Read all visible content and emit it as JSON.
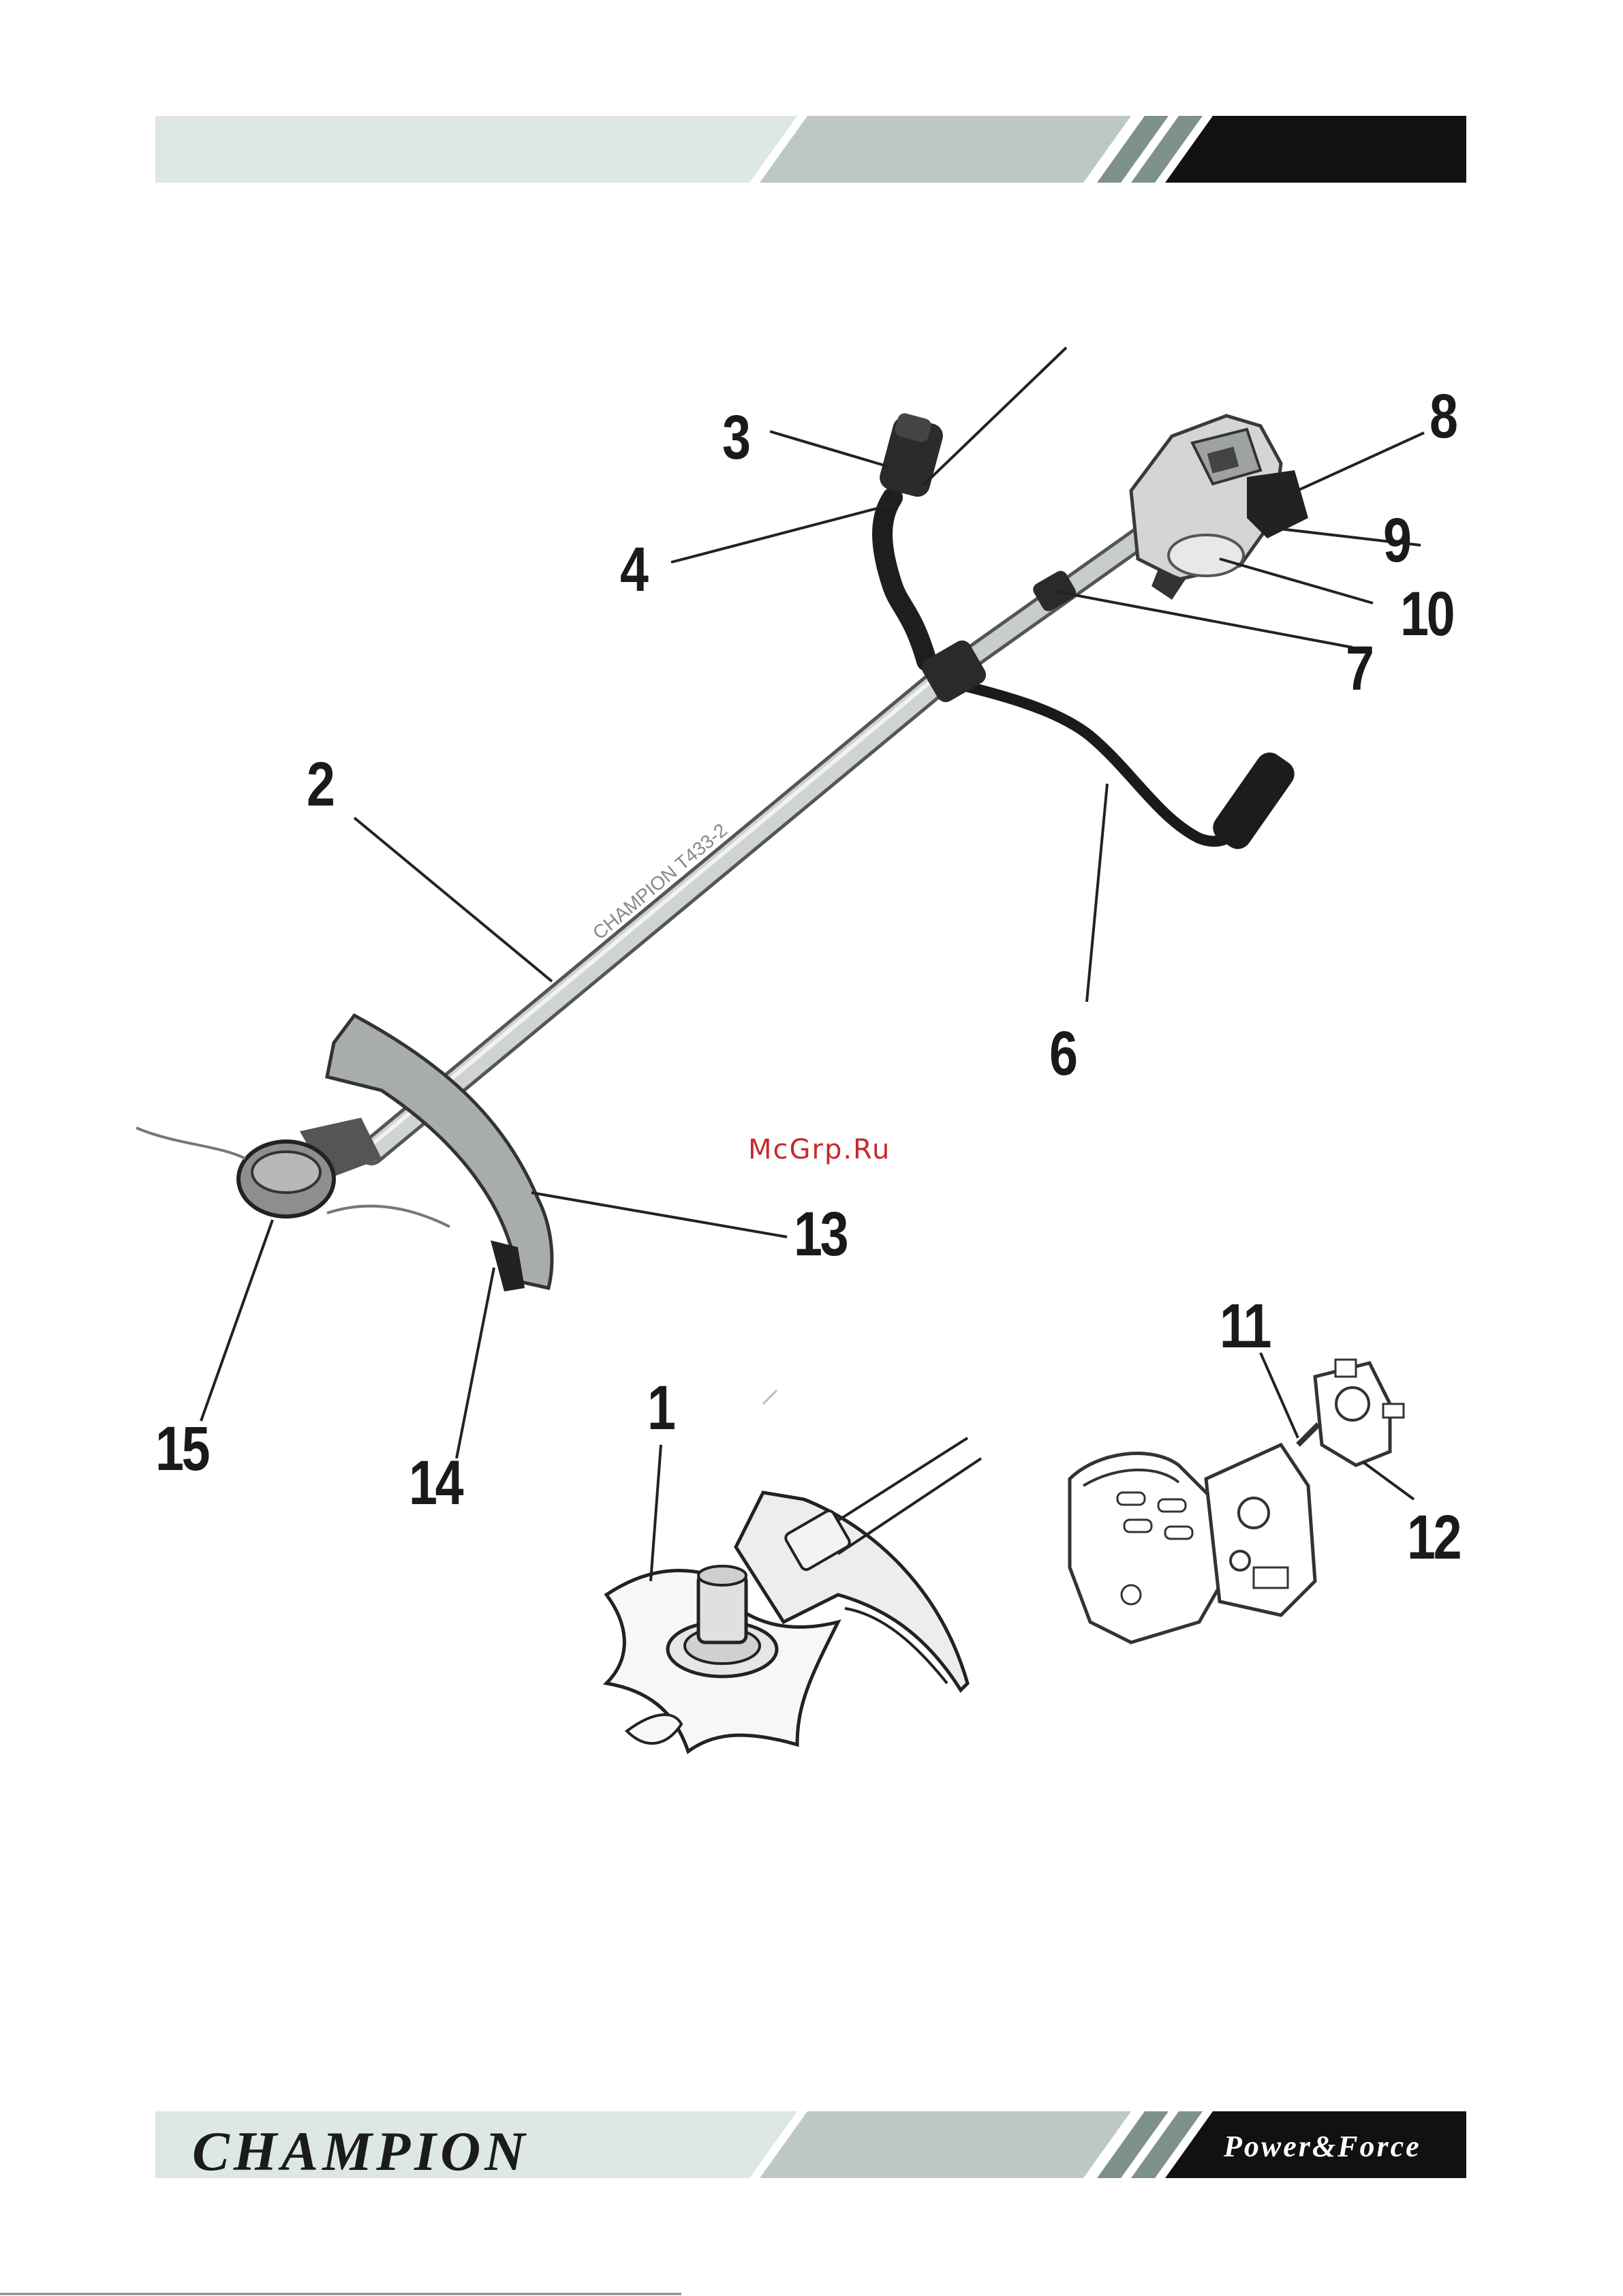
{
  "header": {
    "bar_colors": {
      "light": "#dde7e3",
      "mid": "#bdc8c4",
      "dark": "#111111",
      "stripe": "#7e918b"
    }
  },
  "watermark": {
    "text": "McGrp.Ru",
    "color": "#c62a2a"
  },
  "callouts": {
    "c1": "1",
    "c2": "2",
    "c3": "3",
    "c4": "4",
    "c6": "6",
    "c7": "7",
    "c8": "8",
    "c9": "9",
    "c10": "10",
    "c11": "11",
    "c12": "12",
    "c13": "13",
    "c14": "14",
    "c15": "15"
  },
  "footer": {
    "brand": "CHAMPION",
    "slogan": "Power&Force"
  }
}
